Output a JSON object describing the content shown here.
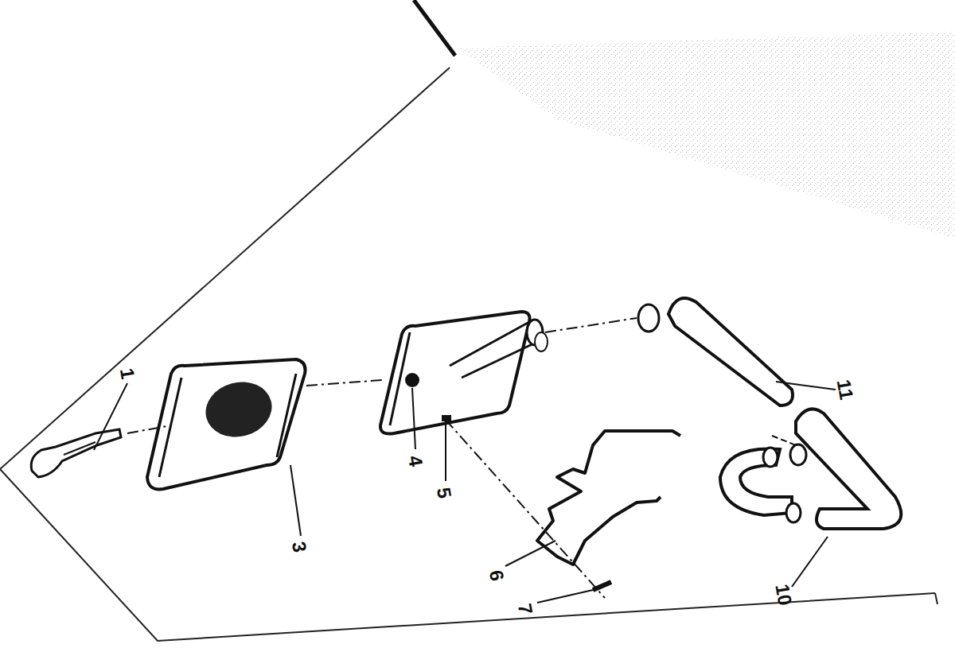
{
  "diagram": {
    "labels": [
      "1",
      "3",
      "4",
      "5",
      "6",
      "7",
      "10",
      "11"
    ]
  }
}
